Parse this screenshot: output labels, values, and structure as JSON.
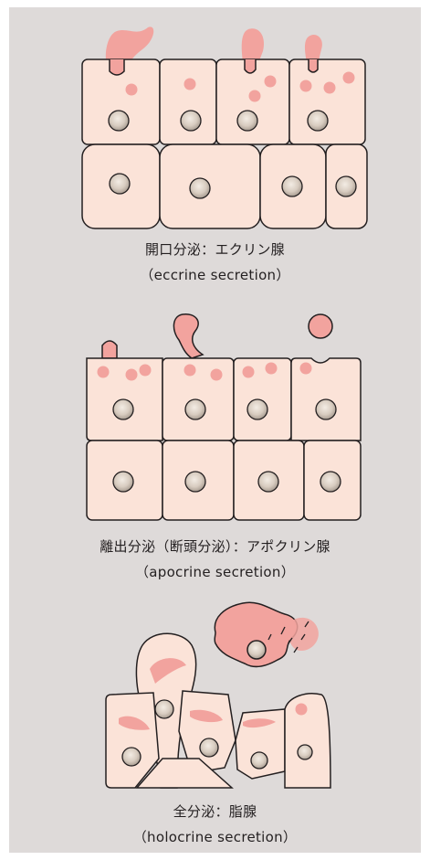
{
  "sections": [
    {
      "title": "開口分泌：エクリン腺",
      "subtitle": "（eccrine secretion）"
    },
    {
      "title": "離出分泌（断頭分泌）：アポクリン腺",
      "subtitle": "（apocrine secretion）"
    },
    {
      "title": "全分泌：脂腺",
      "subtitle": "（holocrine secretion）"
    }
  ],
  "colors": {
    "background": "#dedad9",
    "cell_fill": "#fbe3d8",
    "outline": "#231f20",
    "secretion": "#f2a39e",
    "nucleus_outer": "#a89c91",
    "nucleus_inner": "#ddd2c7"
  }
}
